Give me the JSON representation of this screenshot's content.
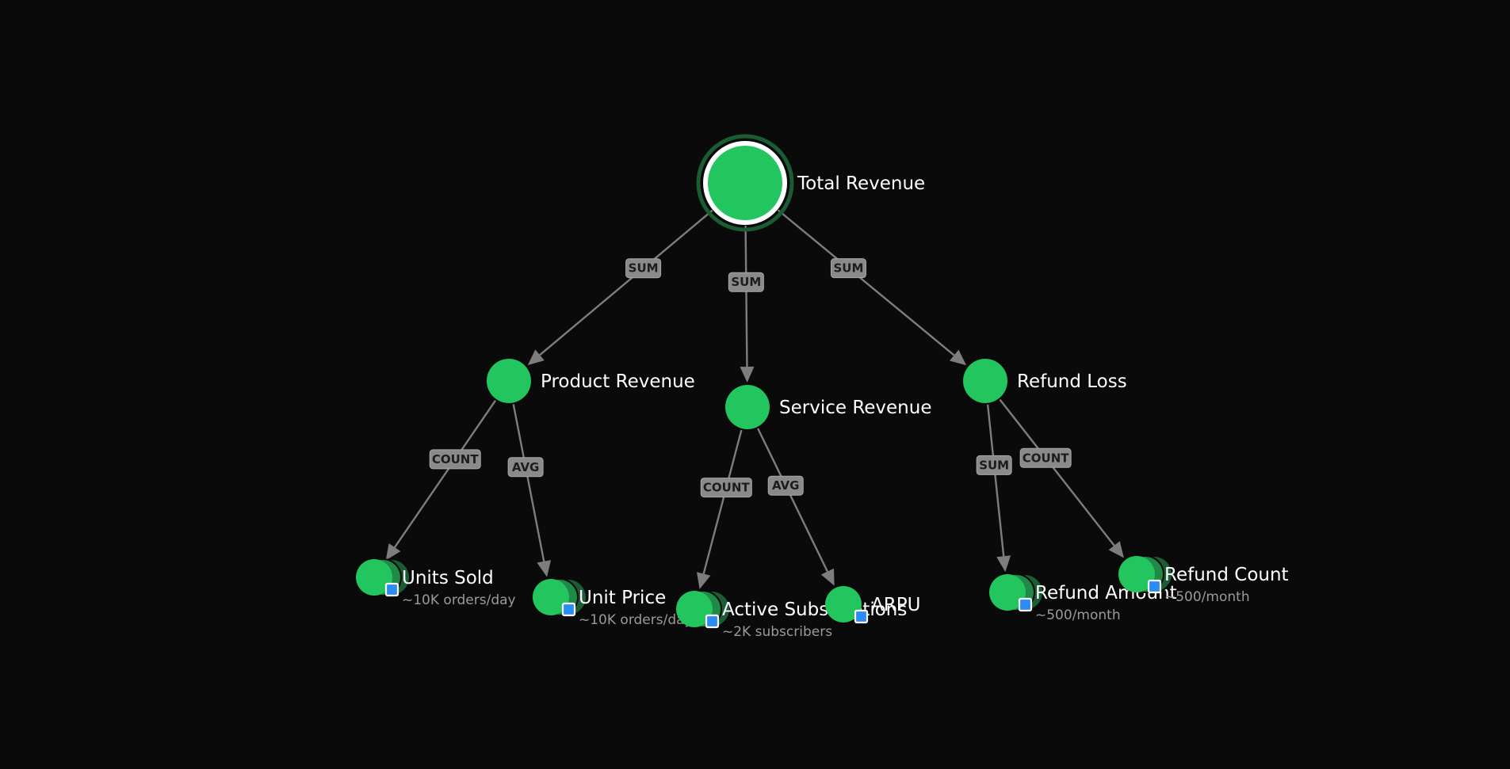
{
  "colors": {
    "background": "#0a0a0a",
    "node": "#22c55e",
    "node_stack": "#1a5c33",
    "edge": "#7d7d7d",
    "badge": "#2b8cf2"
  },
  "nodes": [
    {
      "id": "total_revenue",
      "label": "Total Revenue",
      "sub": "",
      "kind": "root"
    },
    {
      "id": "product_revenue",
      "label": "Product Revenue",
      "sub": "",
      "kind": "metric"
    },
    {
      "id": "service_revenue",
      "label": "Service Revenue",
      "sub": "",
      "kind": "metric"
    },
    {
      "id": "refund_loss",
      "label": "Refund Loss",
      "sub": "",
      "kind": "metric"
    },
    {
      "id": "units_sold",
      "label": "Units Sold",
      "sub": "~10K orders/day",
      "kind": "source"
    },
    {
      "id": "unit_price",
      "label": "Unit Price",
      "sub": "~10K orders/day",
      "kind": "source"
    },
    {
      "id": "active_subscriptions",
      "label": "Active Subscriptions",
      "sub": "~2K subscribers",
      "kind": "source"
    },
    {
      "id": "arpu",
      "label": "ARPU",
      "sub": "",
      "kind": "source"
    },
    {
      "id": "refund_amount",
      "label": "Refund Amount",
      "sub": "~500/month",
      "kind": "source"
    },
    {
      "id": "refund_count",
      "label": "Refund Count",
      "sub": "~500/month",
      "kind": "source"
    }
  ],
  "edges": [
    {
      "from": "total_revenue",
      "to": "product_revenue",
      "label": "SUM"
    },
    {
      "from": "total_revenue",
      "to": "service_revenue",
      "label": "SUM"
    },
    {
      "from": "total_revenue",
      "to": "refund_loss",
      "label": "SUM"
    },
    {
      "from": "product_revenue",
      "to": "units_sold",
      "label": "COUNT"
    },
    {
      "from": "product_revenue",
      "to": "unit_price",
      "label": "AVG"
    },
    {
      "from": "service_revenue",
      "to": "active_subscriptions",
      "label": "COUNT"
    },
    {
      "from": "service_revenue",
      "to": "arpu",
      "label": "AVG"
    },
    {
      "from": "refund_loss",
      "to": "refund_amount",
      "label": "SUM"
    },
    {
      "from": "refund_loss",
      "to": "refund_count",
      "label": "COUNT"
    }
  ]
}
